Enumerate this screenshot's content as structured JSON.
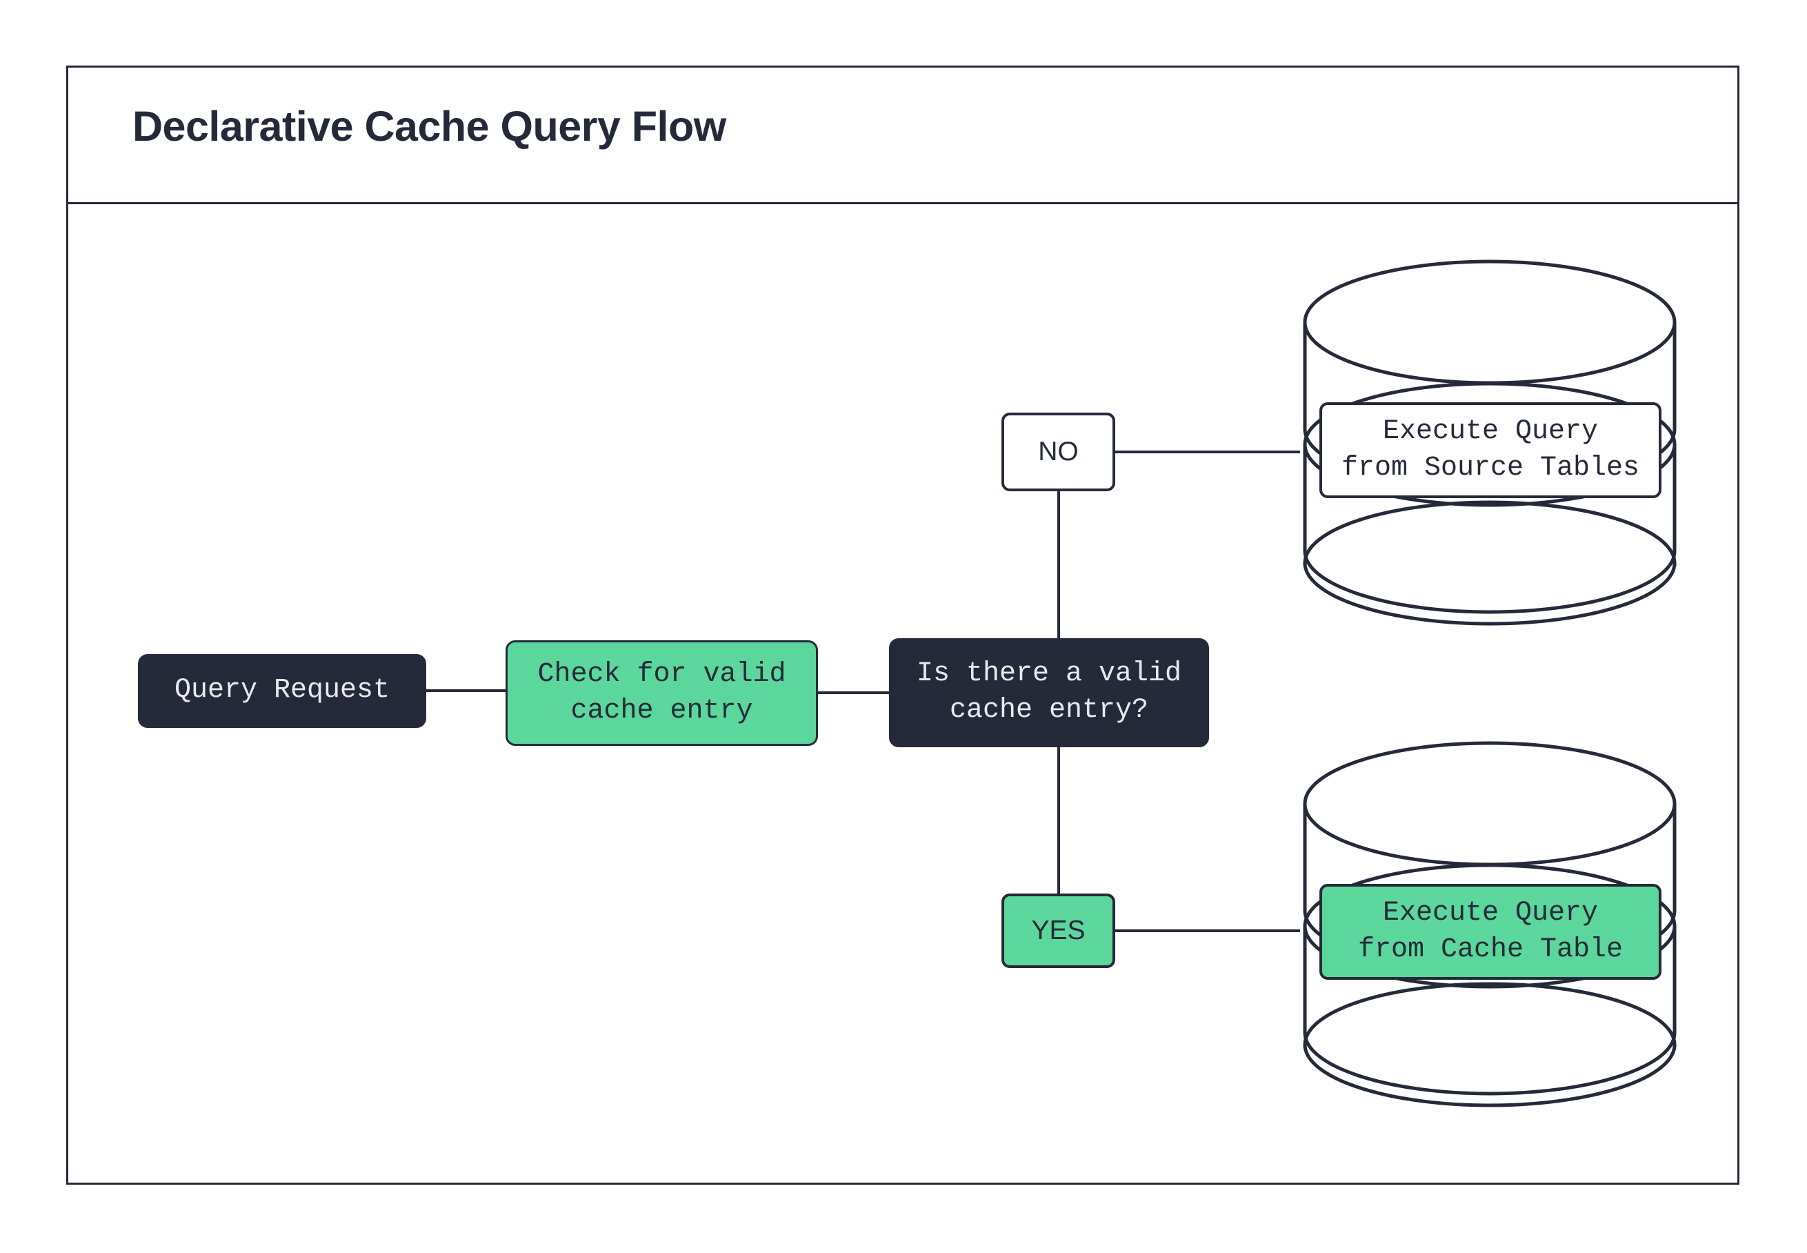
{
  "header": {
    "title": "Declarative Cache Query Flow"
  },
  "colors": {
    "ink": "#252A3A",
    "accent_green": "#5CD79B",
    "surface": "#FFFFFF",
    "dark_text": "#E9EAEE"
  },
  "flow": {
    "nodes": [
      {
        "id": "query-request",
        "label": "Query Request",
        "style": "dark",
        "shape": "rounded-rect"
      },
      {
        "id": "check-cache",
        "label": "Check for valid\ncache entry",
        "style": "green",
        "shape": "rounded-rect"
      },
      {
        "id": "decision",
        "label": "Is there a valid\ncache entry?",
        "style": "dark",
        "shape": "rounded-rect"
      }
    ],
    "branches": [
      {
        "id": "no",
        "label": "NO",
        "style": "white"
      },
      {
        "id": "yes",
        "label": "YES",
        "style": "green"
      }
    ],
    "databases": [
      {
        "id": "source-tables",
        "label": "Execute Query\nfrom Source Tables",
        "style": "white",
        "shape": "cylinder"
      },
      {
        "id": "cache-table",
        "label": "Execute Query\nfrom Cache Table",
        "style": "green",
        "shape": "cylinder"
      }
    ],
    "edges": [
      {
        "from": "query-request",
        "to": "check-cache",
        "label": ""
      },
      {
        "from": "check-cache",
        "to": "decision",
        "label": ""
      },
      {
        "from": "decision",
        "to": "source-tables",
        "label": "NO"
      },
      {
        "from": "decision",
        "to": "cache-table",
        "label": "YES"
      }
    ]
  }
}
